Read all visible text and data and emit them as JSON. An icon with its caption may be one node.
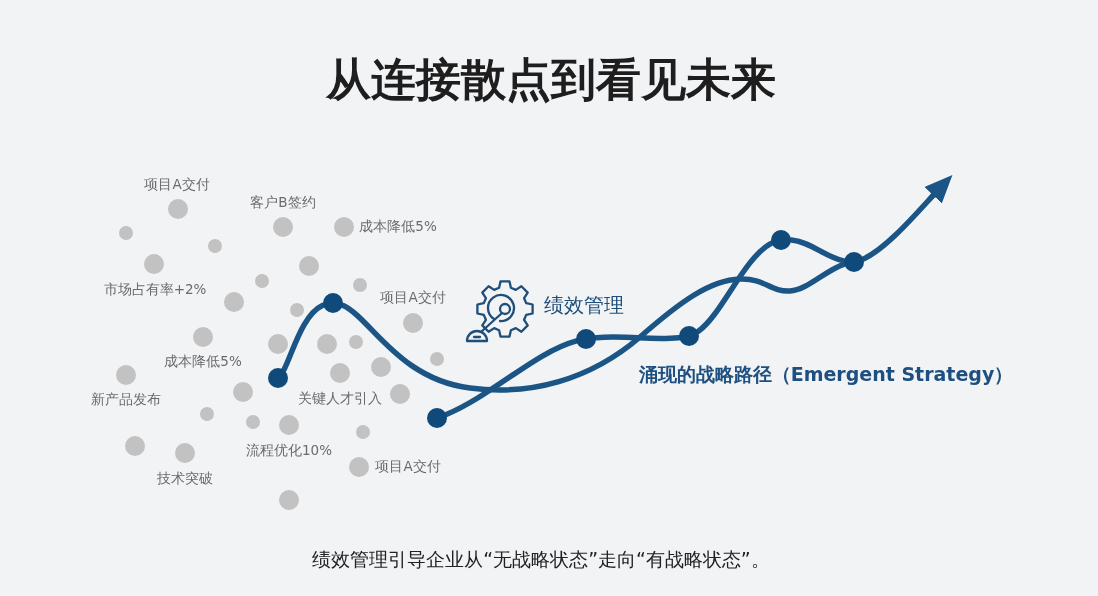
{
  "diagram": {
    "title": "从连接散点到看见未来",
    "caption": "绩效管理引导企业从“无战略状态”走向“有战略状态”。",
    "nodes": [
      {
        "text": [],
        "shape": "circle"
      },
      {
        "text": [],
        "shape": "circle"
      },
      {
        "text": [],
        "shape": "circle"
      },
      {
        "text": [],
        "shape": "circle"
      },
      {
        "text": [],
        "shape": "circle"
      },
      {
        "text": [],
        "shape": "circle"
      },
      {
        "text": [],
        "shape": "circle"
      }
    ],
    "edges": [
      {
        "from": 0,
        "to": 1,
        "arrow": "none"
      },
      {
        "from": 1,
        "to": 6,
        "arrow": "none"
      },
      {
        "from": 2,
        "to": 3,
        "arrow": "none"
      },
      {
        "from": 3,
        "to": 4,
        "arrow": "none"
      },
      {
        "from": 4,
        "to": 5,
        "arrow": "none"
      },
      {
        "from": 5,
        "to": 6,
        "arrow": "none"
      },
      {
        "from": 6,
        "to": null,
        "arrow": "to"
      }
    ],
    "labels": [
      "项目A交付",
      "客户B签约",
      "成本降低5%",
      "市场占有率+2%",
      "项目A交付",
      "绩效管理",
      "成本降低5%",
      "涌现的战略路径（Emergent Strategy）",
      "新产品发布",
      "关键人才引入",
      "流程优化10%",
      "项目A交付",
      "技术突破"
    ]
  }
}
